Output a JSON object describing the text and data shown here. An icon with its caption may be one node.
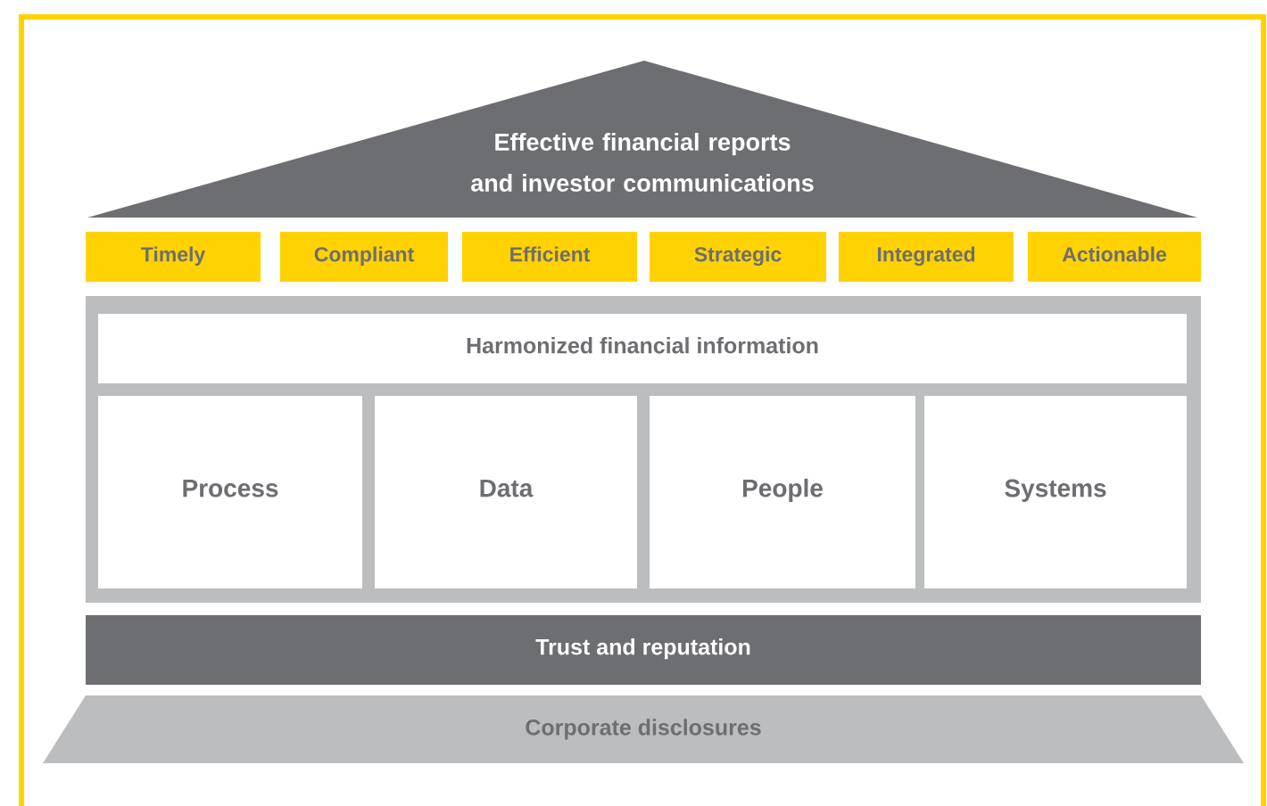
{
  "diagram": {
    "nodes": [
      {
        "text": [
          "Effective financial reports and investor communications"
        ]
      },
      {
        "text": [
          "Timely"
        ]
      },
      {
        "text": [
          "Compliant"
        ]
      },
      {
        "text": [
          "Efficient"
        ]
      },
      {
        "text": [
          "Strategic"
        ]
      },
      {
        "text": [
          "Integrated"
        ]
      },
      {
        "text": [
          "Actionable"
        ]
      },
      {
        "text": [],
        "shape": "box"
      },
      {
        "text": [
          "Harmonized financial information"
        ],
        "in": 7
      },
      {
        "text": [
          "Process"
        ],
        "in": 7
      },
      {
        "text": [
          "Data"
        ],
        "in": 7
      },
      {
        "text": [
          "People"
        ],
        "in": 7
      },
      {
        "text": [
          "Systems"
        ],
        "in": 7
      },
      {
        "text": [
          "Trust and reputation"
        ]
      },
      {
        "text": [
          "Corporate disclosures"
        ]
      }
    ]
  }
}
